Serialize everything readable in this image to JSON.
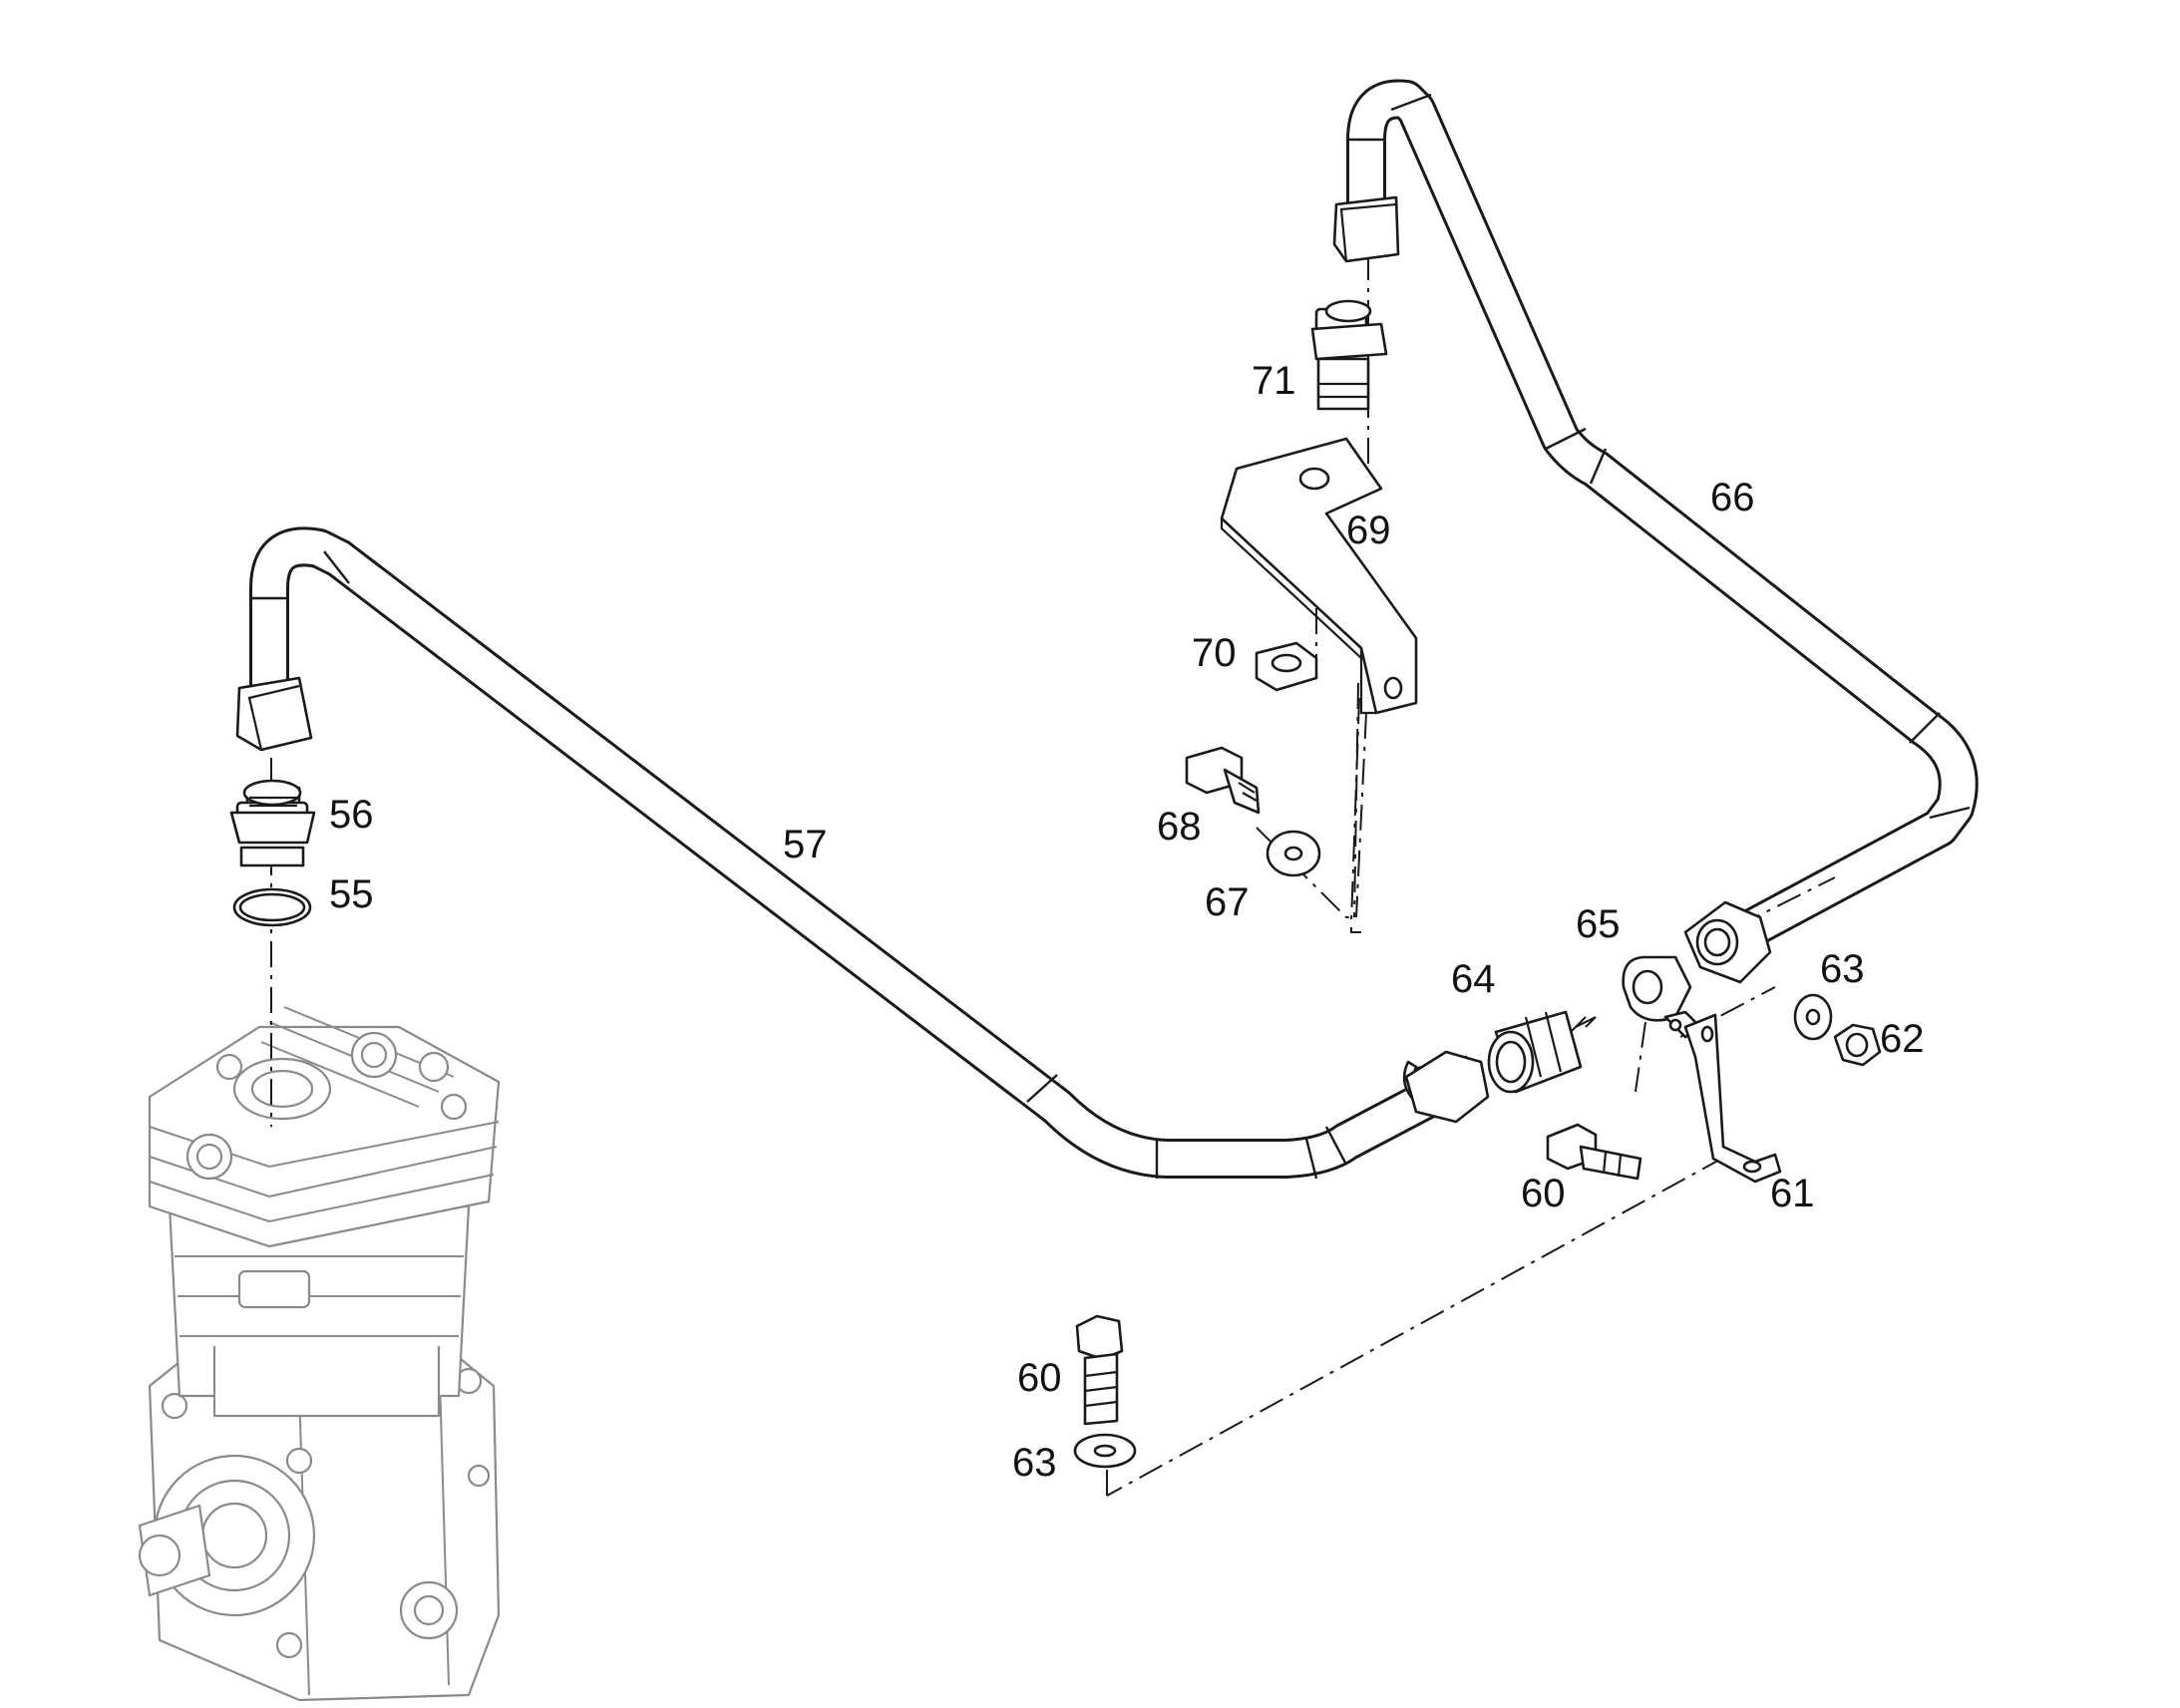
{
  "callouts": [
    {
      "id": "n55",
      "label": "55"
    },
    {
      "id": "n56",
      "label": "56"
    },
    {
      "id": "n57",
      "label": "57"
    },
    {
      "id": "n60a",
      "label": "60"
    },
    {
      "id": "n60b",
      "label": "60"
    },
    {
      "id": "n61",
      "label": "61"
    },
    {
      "id": "n62",
      "label": "62"
    },
    {
      "id": "n63a",
      "label": "63"
    },
    {
      "id": "n63b",
      "label": "63"
    },
    {
      "id": "n64",
      "label": "64"
    },
    {
      "id": "n65",
      "label": "65"
    },
    {
      "id": "n66",
      "label": "66"
    },
    {
      "id": "n67",
      "label": "67"
    },
    {
      "id": "n68",
      "label": "68"
    },
    {
      "id": "n69",
      "label": "69"
    },
    {
      "id": "n70",
      "label": "70"
    },
    {
      "id": "n71",
      "label": "71"
    }
  ],
  "colors": {
    "line": "#1a1a1a",
    "ghost_part": "#8a8a8a",
    "background": "#ffffff"
  }
}
